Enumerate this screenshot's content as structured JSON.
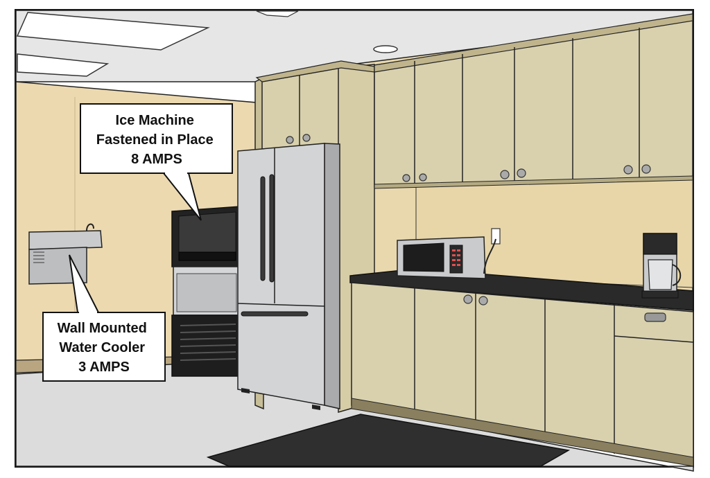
{
  "callouts": {
    "ice_machine": {
      "lines": [
        "Ice Machine",
        "Fastened in Place",
        "8 AMPS"
      ]
    },
    "water_cooler": {
      "lines": [
        "Wall Mounted",
        "Water Cooler",
        "3 AMPS"
      ]
    }
  },
  "colors": {
    "wall": "#ecd9b0",
    "cabinet": "#d9d1ae",
    "cabinet_dark": "#b7ae88",
    "steel": "#c9cbcd",
    "countertop": "#2a2a2a",
    "floor": "#dedede",
    "ceiling": "#e7e7e7",
    "rug": "#2e2e2e"
  }
}
